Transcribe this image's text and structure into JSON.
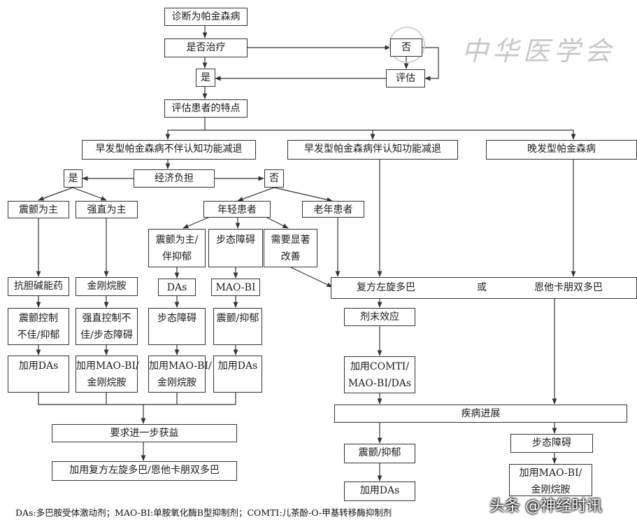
{
  "nodes": {
    "diagnosis": "诊断为帕金森病",
    "treat_q": "是否治疗",
    "no_top": "否",
    "evaluate": "评估",
    "yes_top": "是",
    "assess": "评估患者的特点",
    "early_no_cog": "早发型帕金森病不伴认知功能减退",
    "early_cog": "早发型帕金森病伴认知功能减退",
    "late": "晚发型帕金森病",
    "econ_yes": "是",
    "econ": "经济负担",
    "econ_no": "否",
    "tremor_main": "震颤为主",
    "rigid_main": "强直为主",
    "young": "年轻患者",
    "elderly": "老年患者",
    "tremor_dep_1": "震颤为主/",
    "tremor_dep_2": "伴抑郁",
    "gait1": "步态障碍",
    "need_1": "需要显著",
    "need_2": "改善",
    "anticholinergic": "抗胆碱能药",
    "amantadine": "金刚烷胺",
    "das": "DAs",
    "maobi": "MAO-BI",
    "ld_a": "复方左旋多巴",
    "or_word": "或",
    "ld_b": "恩他卡朋双多巴",
    "tremor_poor_1": "震颤控制",
    "tremor_poor_2": "不佳/抑郁",
    "rigid_poor_1": "强直控制不",
    "rigid_poor_2": "佳/步态障碍",
    "gait2": "步态障碍",
    "tremor_dep2": "震颤/抑郁",
    "wearing_off": "剂末效应",
    "add_das1": "加用DAs",
    "add_mao_am1_1": "加用MAO-BI/",
    "add_mao_am1_2": "金刚烷胺",
    "add_mao_am2_1": "加用MAO-BI/",
    "add_mao_am2_2": "金刚烷胺",
    "add_das2": "加用DAs",
    "add_comt_1": "加用COMTI/",
    "add_comt_2": "MAO-BI/DAs",
    "progression": "疾病进展",
    "further": "要求进一步获益",
    "gait3": "步态障碍",
    "tremor_dep3": "震颤/抑郁",
    "final_add": "加用复方左旋多巴/恩他卡朋双多巴",
    "add_mao_am3_1": "加用MAO-BI/",
    "add_mao_am3_2": "金刚烷胺",
    "add_das3": "加用DAs"
  },
  "footnote": "DAs:多巴胺受体激动剂；MAO-BI:单胺氧化酶B型抑制剂；COMTI:儿茶酚-O-甲基转移酶抑制剂",
  "watermark": "中华医学会",
  "source_label": "头条 @神经时讯",
  "colors": {
    "line": "#333333",
    "watermark": "#c8c8c8"
  }
}
